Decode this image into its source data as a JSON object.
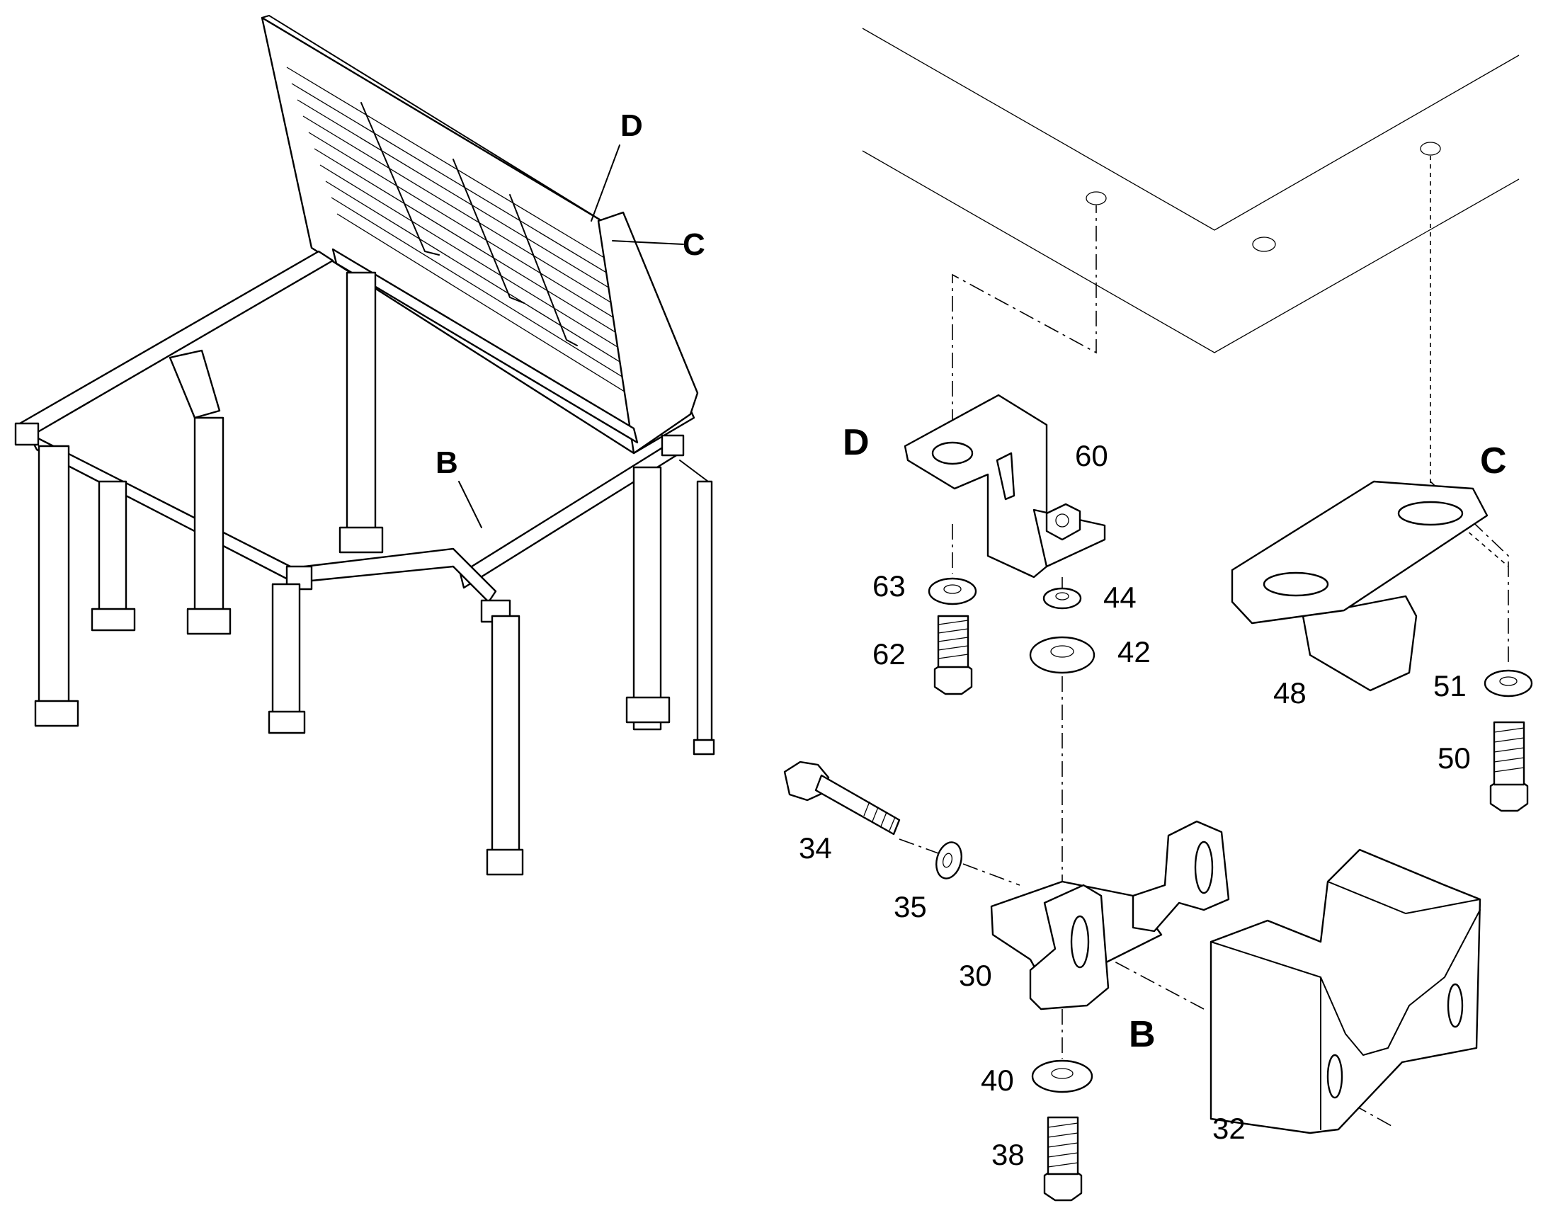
{
  "overview_callouts": {
    "d": "D",
    "c": "C",
    "b": "B"
  },
  "detail_labels": {
    "d": "D",
    "c": "C",
    "b": "B"
  },
  "part_numbers": {
    "p60": "60",
    "p63": "63",
    "p44": "44",
    "p62": "62",
    "p42": "42",
    "p48": "48",
    "p51": "51",
    "p50": "50",
    "p34": "34",
    "p35": "35",
    "p30": "30",
    "p40": "40",
    "p38": "38",
    "p32": "32"
  }
}
